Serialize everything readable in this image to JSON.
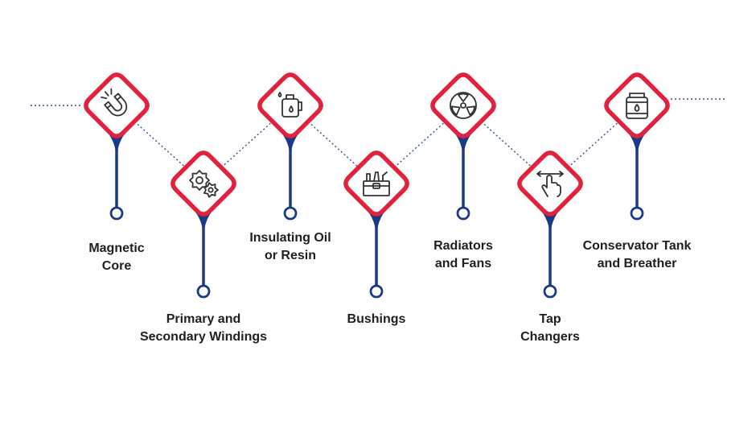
{
  "colors": {
    "diamond_border": "#e0223f",
    "stem": "#1b3a86",
    "connector": "#2d4f9a",
    "icon": "#333333",
    "text": "#1f1f1f"
  },
  "components": [
    {
      "icon": "magnet-icon",
      "label_lines": [
        "Magnetic",
        "Core"
      ]
    },
    {
      "icon": "gears-icon",
      "label_lines": [
        "Primary and",
        "Secondary Windings"
      ]
    },
    {
      "icon": "oil-can-icon",
      "label_lines": [
        "Insulating Oil",
        "or Resin"
      ]
    },
    {
      "icon": "toolbox-icon",
      "label_lines": [
        "Bushings"
      ]
    },
    {
      "icon": "radiator-fan-icon",
      "label_lines": [
        "Radiators",
        "and Fans"
      ]
    },
    {
      "icon": "hand-slide-icon",
      "label_lines": [
        "Tap",
        "Changers"
      ]
    },
    {
      "icon": "tank-icon",
      "label_lines": [
        "Conservator Tank",
        "and Breather"
      ]
    }
  ]
}
